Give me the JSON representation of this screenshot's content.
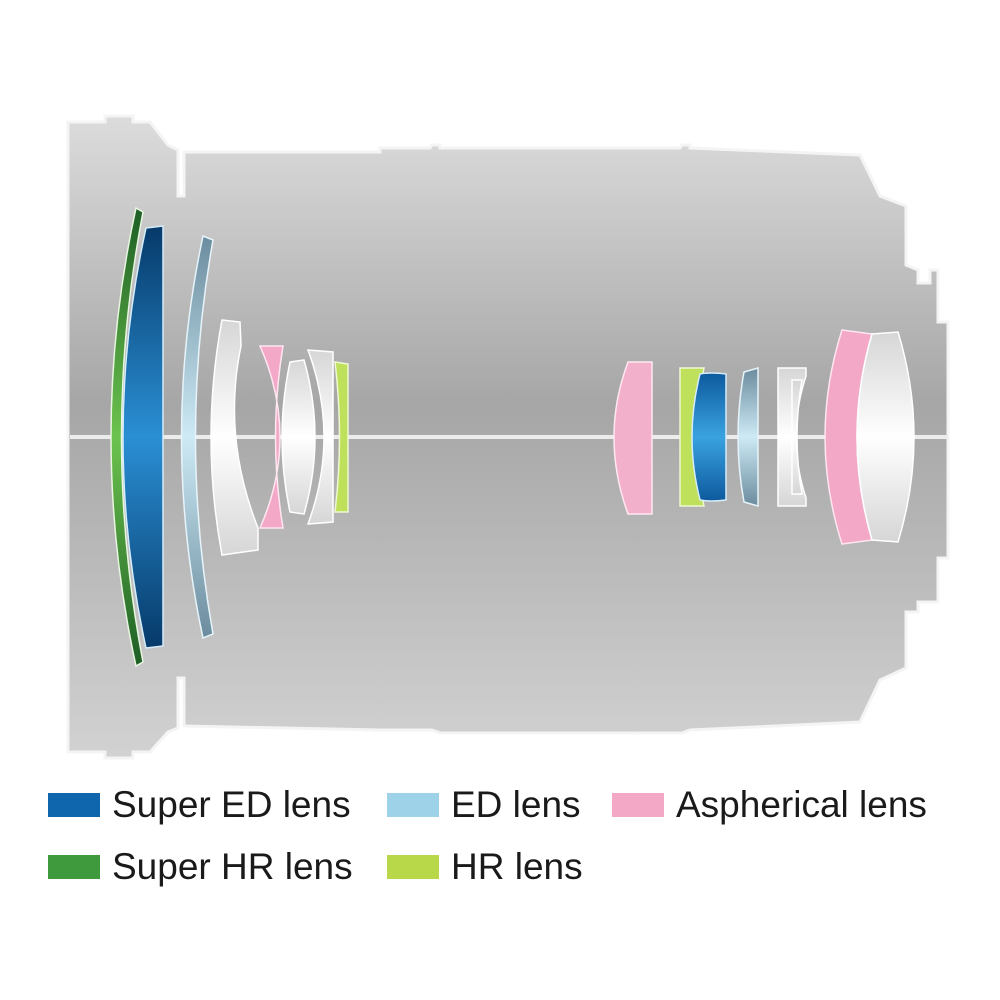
{
  "legend": {
    "items": [
      {
        "id": "super_ed",
        "label": "Super ED lens",
        "color": "#0f66ac"
      },
      {
        "id": "ed",
        "label": "ED lens",
        "color": "#9dd2e8"
      },
      {
        "id": "aspherical",
        "label": "Aspherical lens",
        "color": "#f3a9c6"
      },
      {
        "id": "super_hr",
        "label": "Super HR lens",
        "color": "#3e9a3c"
      },
      {
        "id": "hr",
        "label": "HR lens",
        "color": "#b8d84a"
      }
    ]
  },
  "colors": {
    "barrel_fill": "#b8b8b8",
    "barrel_outline": "#f2f2f2",
    "axis": "#e6e6e6",
    "plain_element": "#ececec"
  }
}
